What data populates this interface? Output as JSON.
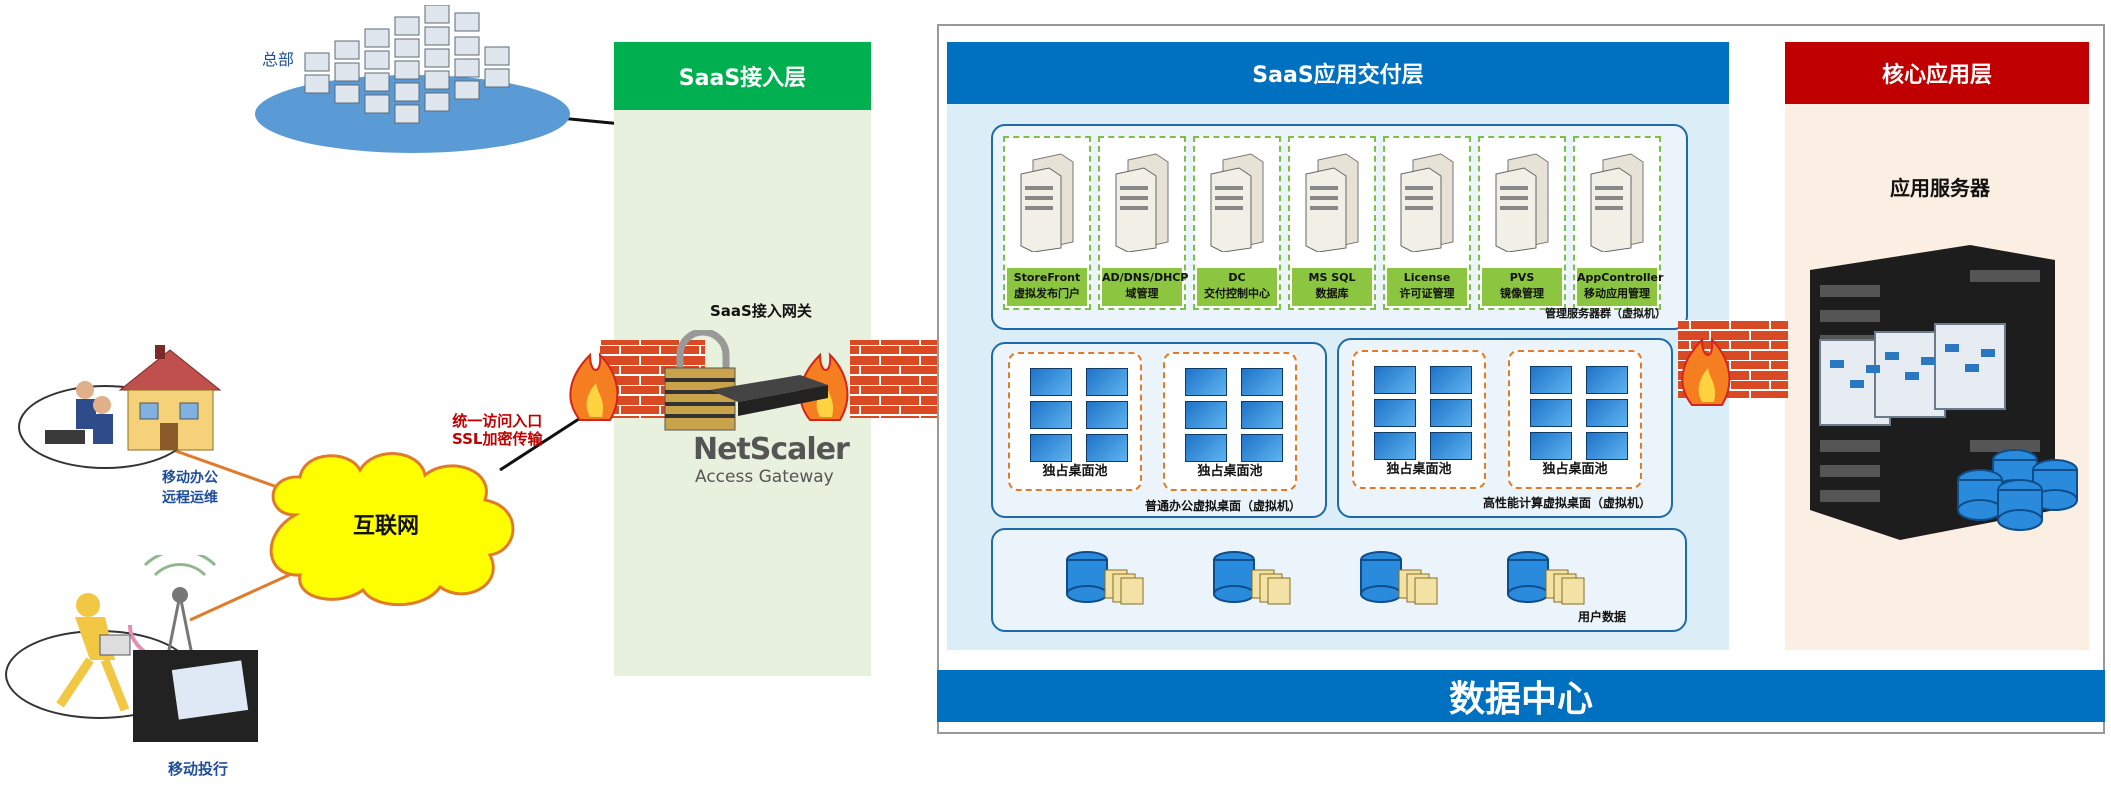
{
  "headquarters": {
    "label": "总部"
  },
  "mobile_office": {
    "line1": "移动办公",
    "line2": "远程运维"
  },
  "mobile_banking": {
    "label": "移动投行"
  },
  "internet": {
    "label": "互联网"
  },
  "access_note": {
    "line1": "统一访问入口",
    "line2": "SSL加密传输"
  },
  "saas_access": {
    "title": "SaaS接入层",
    "gateway_label": "SaaS接入网关",
    "brand": "NetScaler",
    "subbrand": "Access Gateway"
  },
  "saas_delivery": {
    "title": "SaaS应用交付层"
  },
  "management_servers": {
    "caption": "管理服务器群（虚拟机）",
    "items": [
      {
        "line1": "StoreFront",
        "line2": "虚拟发布门户"
      },
      {
        "line1": "AD/DNS/DHCP",
        "line2": "域管理"
      },
      {
        "line1": "DC",
        "line2": "交付控制中心"
      },
      {
        "line1": "MS SQL",
        "line2": "数据库"
      },
      {
        "line1": "License",
        "line2": "许可证管理"
      },
      {
        "line1": "PVS",
        "line2": "镜像管理"
      },
      {
        "line1": "AppController",
        "line2": "移动应用管理"
      }
    ]
  },
  "office_desktops": {
    "caption": "普通办公虚拟桌面（虚拟机）",
    "pools": [
      "独占桌面池",
      "独占桌面池"
    ]
  },
  "hpc_desktops": {
    "caption": "高性能计算虚拟桌面（虚拟机）",
    "pools": [
      "独占桌面池",
      "独占桌面池"
    ]
  },
  "user_data": {
    "caption": "用户数据"
  },
  "core_apps": {
    "title": "核心应用层",
    "server_label": "应用服务器"
  },
  "datacenter": {
    "label": "数据中心"
  },
  "colors": {
    "green": "#00b050",
    "blue": "#0070c0",
    "red": "#c00000",
    "orange_line": "#e07b2a"
  }
}
